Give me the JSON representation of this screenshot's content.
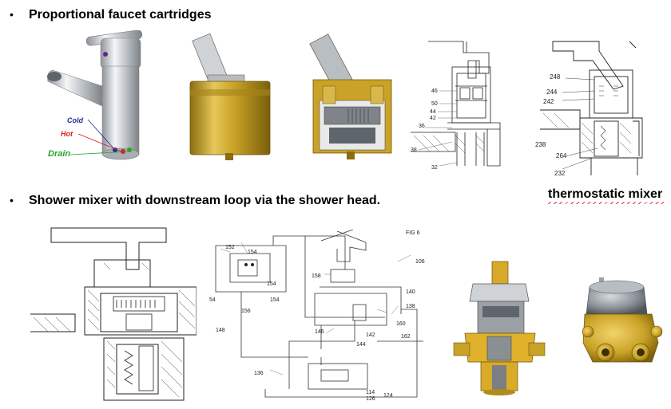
{
  "bullets": {
    "marker": "•",
    "first": "Proportional faucet cartridges",
    "second": "Shower mixer with downstream loop via the shower head."
  },
  "faucet": {
    "cold_label": "Cold",
    "hot_label": "Hot",
    "drain_label": "Drain",
    "cold_color": "#1f2d9c",
    "hot_color": "#d81b1b",
    "drain_color": "#2aa32a"
  },
  "thermostatic_caption": "thermostatic mixer",
  "drawing_a_labels": [
    "46",
    "50",
    "44",
    "42",
    "36",
    "38",
    "32"
  ],
  "drawing_b_labels": [
    "248",
    "244",
    "242",
    "238",
    "264",
    "232"
  ],
  "schematic_labels": {
    "top_right": "FIG 6",
    "l152": "152",
    "l154a": "154",
    "l154b": "154",
    "l54": "54",
    "l154c": "154",
    "l156": "156",
    "l148": "148",
    "l158": "158",
    "l106": "106",
    "l140": "140",
    "l138": "138",
    "l160": "160",
    "l146": "146",
    "l142": "142",
    "l162": "162",
    "l144": "144",
    "l136": "136",
    "l114": "114",
    "l126": "126",
    "l124": "124"
  },
  "colors": {
    "brass": "#c9a227",
    "brass_dark": "#8a6d10",
    "brass_light": "#e6c85a"
  }
}
